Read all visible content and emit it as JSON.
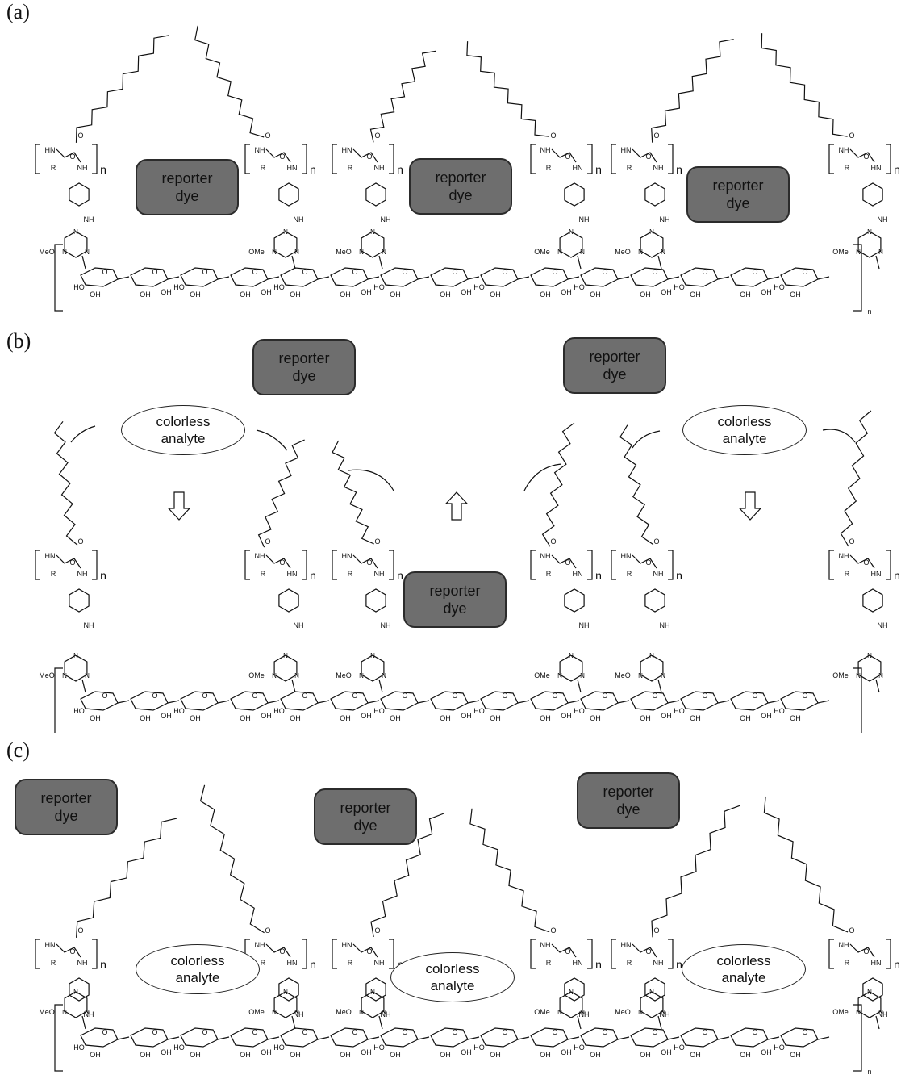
{
  "panels": [
    {
      "letter": "(a)",
      "dyes": [
        {
          "l1": "reporter",
          "l2": "dye"
        },
        {
          "l1": "reporter",
          "l2": "dye"
        },
        {
          "l1": "reporter",
          "l2": "dye"
        }
      ],
      "analytes": []
    },
    {
      "letter": "(b)",
      "dyes": [
        {
          "l1": "reporter",
          "l2": "dye"
        },
        {
          "l1": "reporter",
          "l2": "dye"
        },
        {
          "l1": "reporter",
          "l2": "dye"
        }
      ],
      "analytes": [
        {
          "l1": "colorless",
          "l2": "analyte"
        },
        {
          "l1": "colorless",
          "l2": "analyte"
        }
      ]
    },
    {
      "letter": "(c)",
      "dyes": [
        {
          "l1": "reporter",
          "l2": "dye"
        },
        {
          "l1": "reporter",
          "l2": "dye"
        },
        {
          "l1": "reporter",
          "l2": "dye"
        }
      ],
      "analytes": [
        {
          "l1": "colorless",
          "l2": "analyte"
        },
        {
          "l1": "colorless",
          "l2": "analyte"
        },
        {
          "l1": "colorless",
          "l2": "analyte"
        }
      ]
    }
  ],
  "chem": {
    "repeat": "n",
    "nh": "NH",
    "hn": "HN",
    "r": "R",
    "o": "O",
    "oh": "OH",
    "ho": "HO",
    "meo": "MeO",
    "ome": "OMe",
    "n": "N"
  }
}
